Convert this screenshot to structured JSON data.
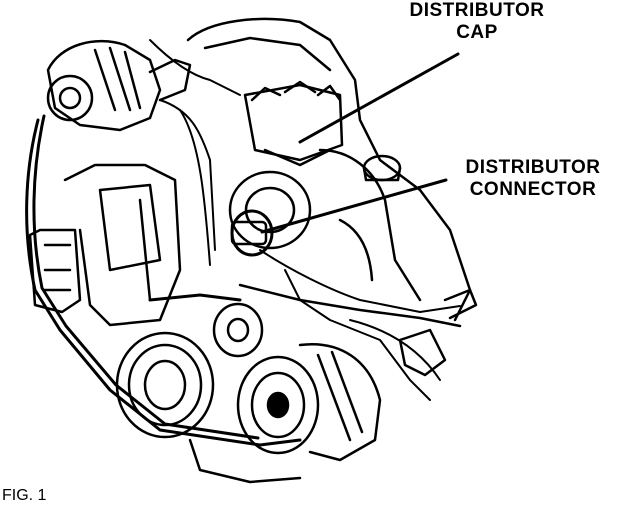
{
  "callouts": {
    "distributor_cap": {
      "line1": "DISTRIBUTOR",
      "line2": "CAP"
    },
    "distributor_connector": {
      "line1": "DISTRIBUTOR",
      "line2": "CONNECTOR"
    }
  },
  "figure_label": "FIG. 1"
}
